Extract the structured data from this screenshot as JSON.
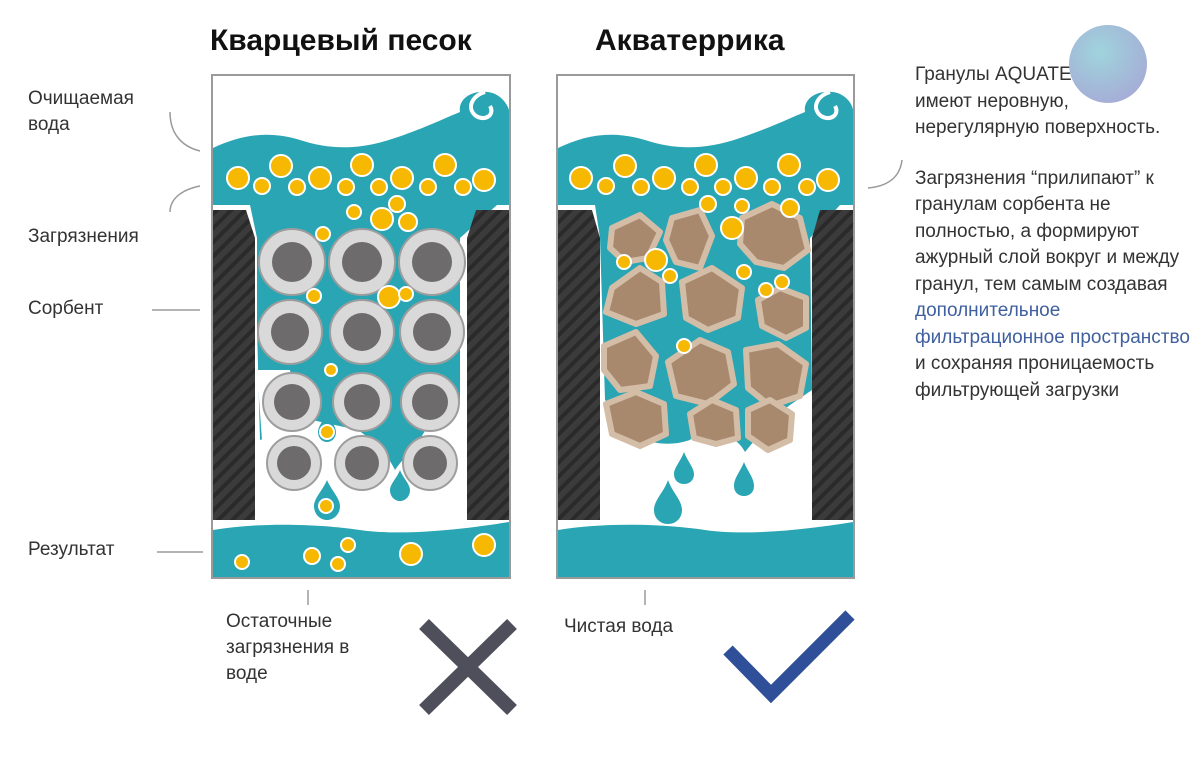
{
  "titles": {
    "left": "Кварцевый песок",
    "right": "Акватеррика"
  },
  "left_labels": {
    "water": "Очищаемая вода",
    "contamination": "Загрязнения",
    "sorbent": "Сорбент",
    "result": "Результат"
  },
  "left_result": "Остаточные загрязнения в воде",
  "right_result": "Чистая вода",
  "description": {
    "p1": "Гранулы AQUATERRICA имеют неровную, нерегулярную поверхность.",
    "p2_before": "Загрязнения “прилипают” к гранулам сорбента не полностью, а формируют ажурный слой вокруг и между гранул, тем самым создавая",
    "p2_highlight": "дополнительное фильтрационное пространство",
    "p2_after": "и сохраняя проницаемость фильтрующей загрузки"
  },
  "colors": {
    "water": "#2aa5b3",
    "contaminant": "#f6b800",
    "sorbent_gray": "#6e6b6c",
    "granule_brown": "#a8896d",
    "cross": "#4f4f5c",
    "check": "#2f4f99",
    "highlight": "#3f5f9f"
  },
  "icons": {
    "left_verdict": "cross-icon",
    "right_verdict": "check-icon",
    "decor": "gradient-circle-icon"
  }
}
